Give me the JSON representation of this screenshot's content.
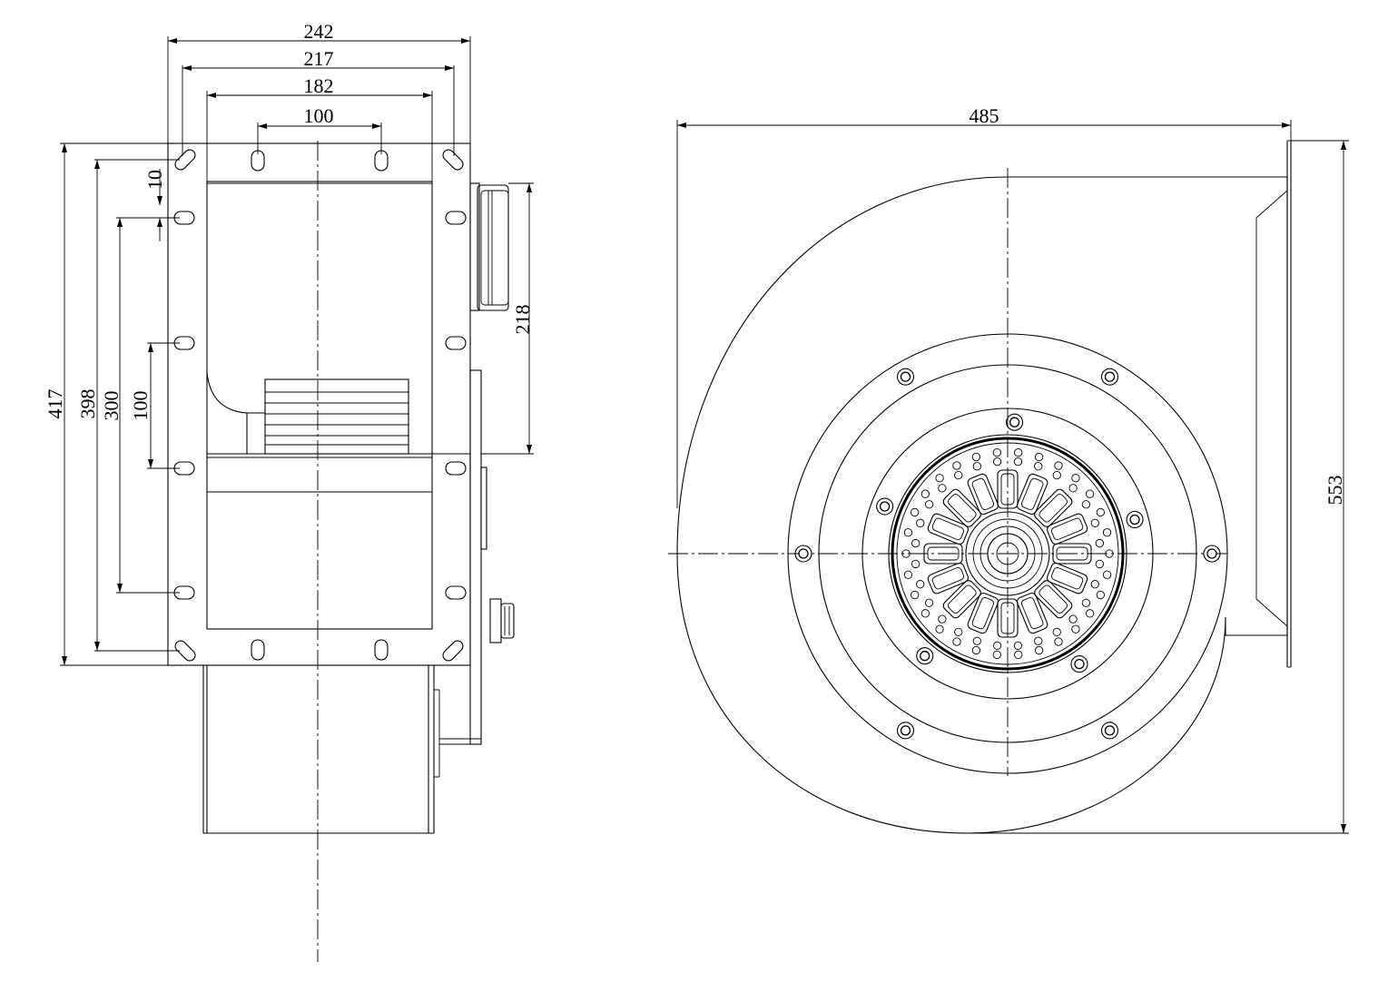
{
  "side_view": {
    "width_dims": [
      "242",
      "217",
      "182",
      "100"
    ],
    "height_dims": [
      "417",
      "398",
      "300",
      "100",
      "10"
    ],
    "outlet_dim": "218"
  },
  "front_view": {
    "width_dim": "485",
    "height_dim": "553"
  },
  "colors": {
    "line": "#000000",
    "background": "#ffffff"
  }
}
